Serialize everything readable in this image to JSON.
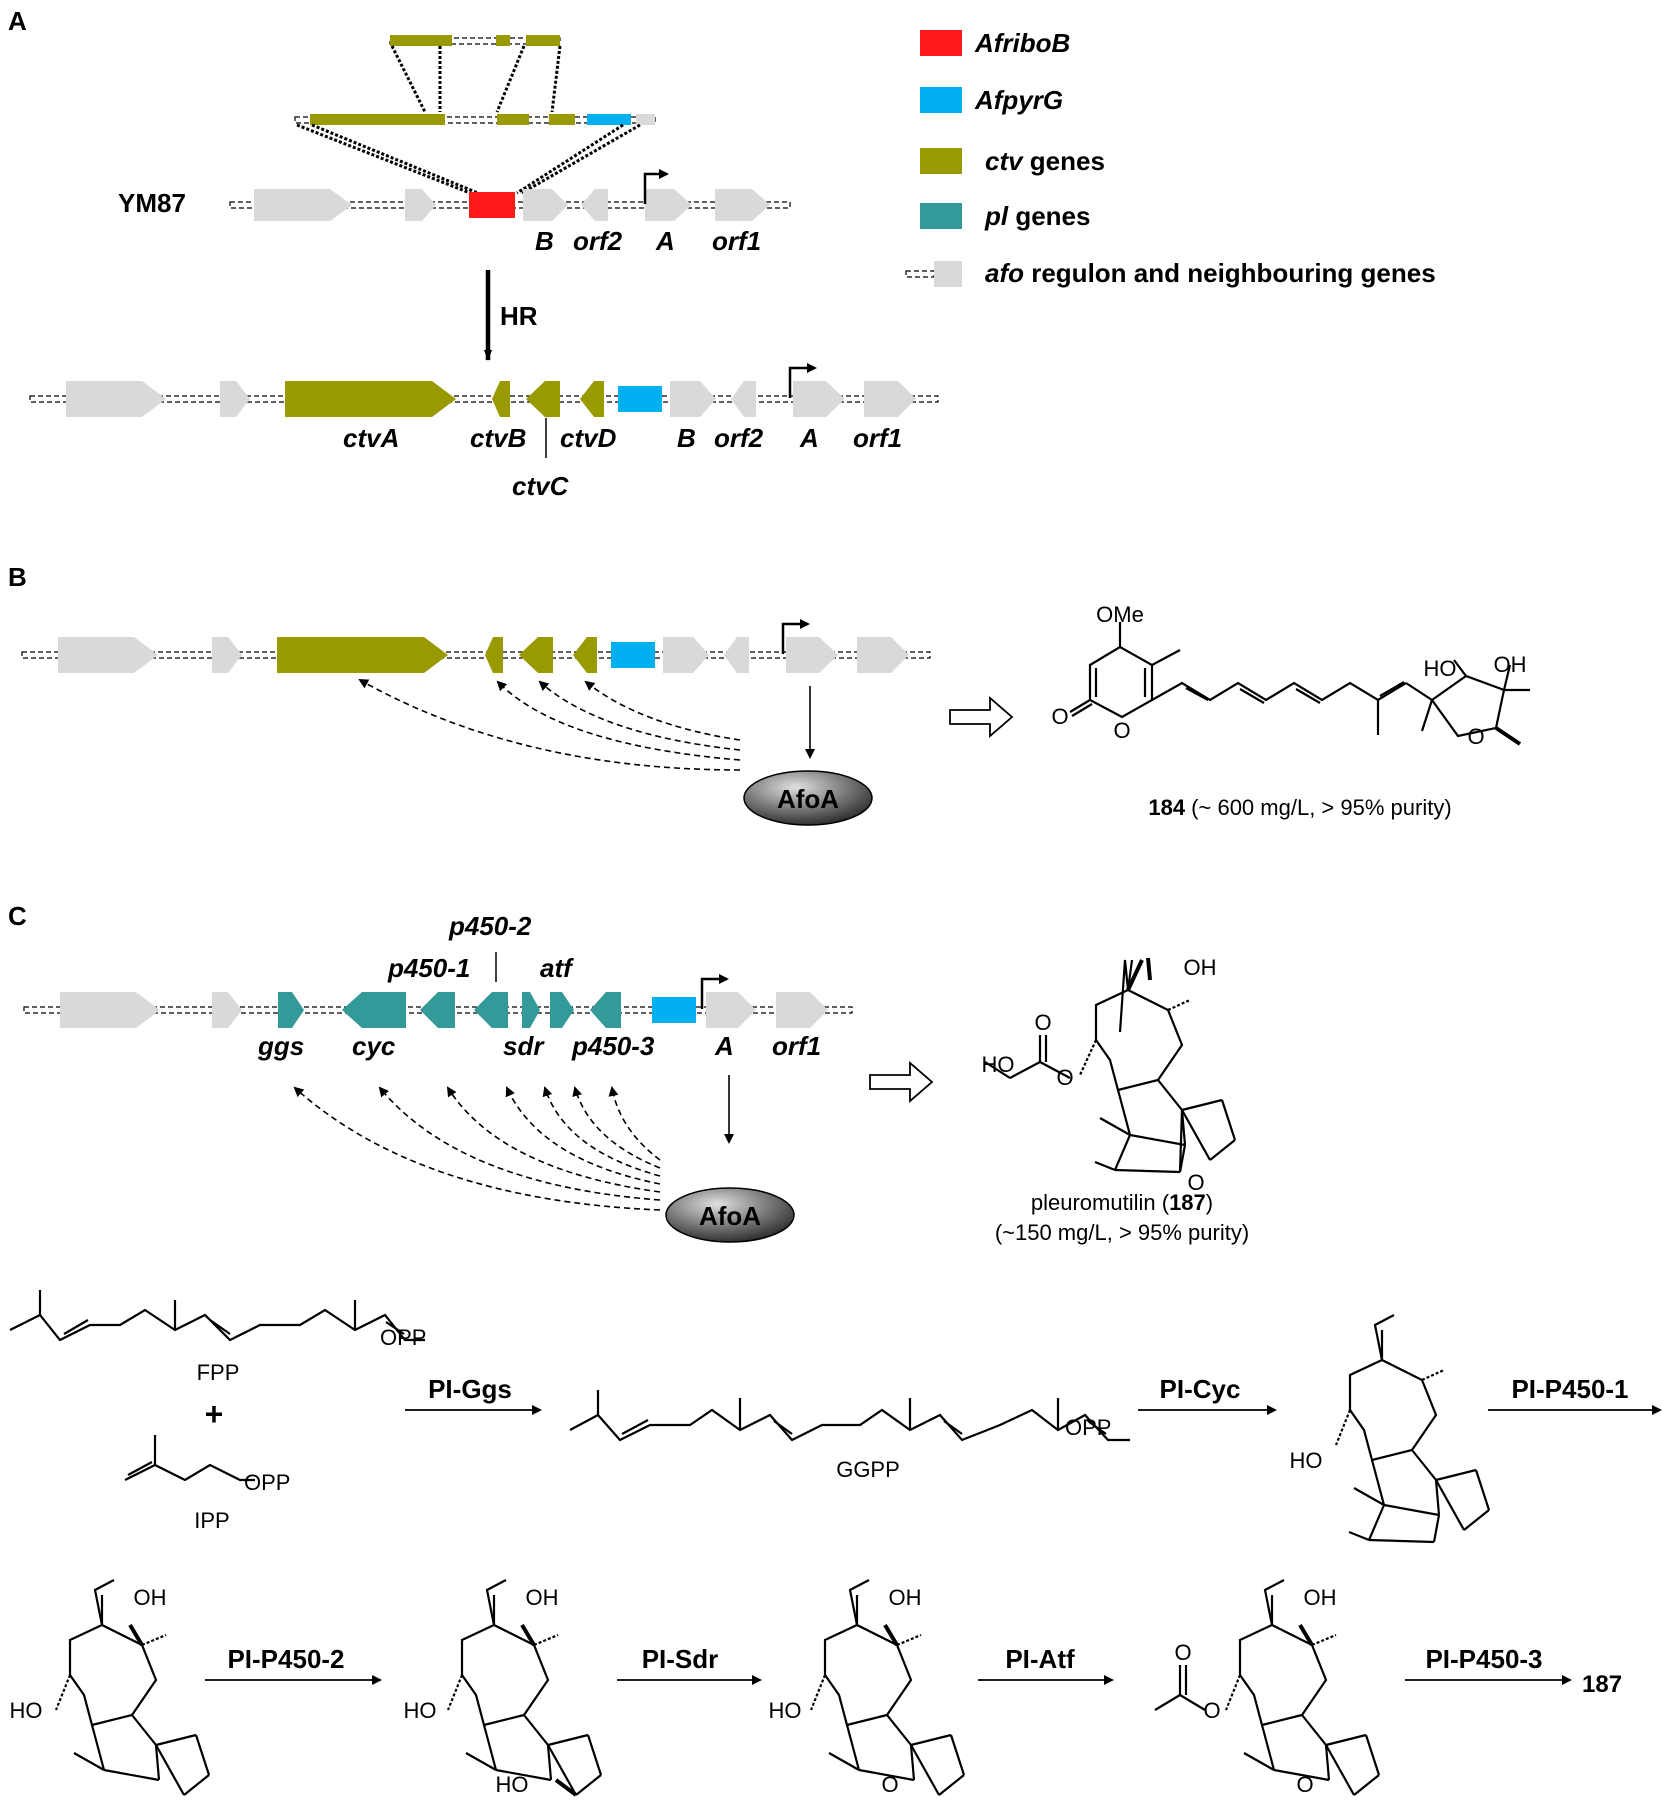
{
  "panel_labels": {
    "a": "A",
    "b": "B",
    "c": "C"
  },
  "colors": {
    "afriboB": "#ff1a1a",
    "afpyrG": "#00b0f0",
    "ctv": "#999900",
    "pl": "#339999",
    "afo": "#d9d9d9",
    "line": "#000000"
  },
  "legend": {
    "afriboB": "AfriboB",
    "afpyrG": "AfpyrG",
    "ctv_italic": "ctv",
    "ctv_rest": " genes",
    "pl_italic": "pl",
    "pl_rest": " genes",
    "afo_italic": "afo",
    "afo_rest": " regulon and neighbouring genes"
  },
  "panel_a": {
    "strain": "YM87",
    "hr": "HR",
    "top_labels": [
      "B",
      "orf2",
      "A",
      "orf1"
    ],
    "bottom_labels": [
      "ctvA",
      "ctvB",
      "ctvD",
      "B",
      "orf2",
      "A",
      "orf1"
    ],
    "ctvC": "ctvC"
  },
  "panel_b": {
    "regulator": "AfoA",
    "ome": "OMe",
    "ho": "HO",
    "oh": "OH",
    "o": "O",
    "compound_num": "184",
    "compound_info": " (~ 600 mg/L, > 95% purity)"
  },
  "panel_c": {
    "genes_above": [
      "p450-2",
      "p450-1",
      "atf"
    ],
    "genes_below": [
      "ggs",
      "cyc",
      "sdr",
      "p450-3",
      "A",
      "orf1"
    ],
    "regulator": "AfoA",
    "ho": "HO",
    "oh": "OH",
    "o": "O",
    "product_name": "pleuromutilin (",
    "product_num": "187",
    "product_close": ")",
    "product_info": "(~150 mg/L, > 95% purity)"
  },
  "pathway": {
    "fpp": "FPP",
    "plus": "+",
    "ipp": "IPP",
    "ggpp": "GGPP",
    "opp": "OPP",
    "ho": "HO",
    "oh": "OH",
    "o": "O",
    "steps": [
      "PI-Ggs",
      "PI-Cyc",
      "PI-P450-1",
      "PI-P450-2",
      "PI-Sdr",
      "PI-Atf",
      "PI-P450-3"
    ],
    "final": "187"
  }
}
